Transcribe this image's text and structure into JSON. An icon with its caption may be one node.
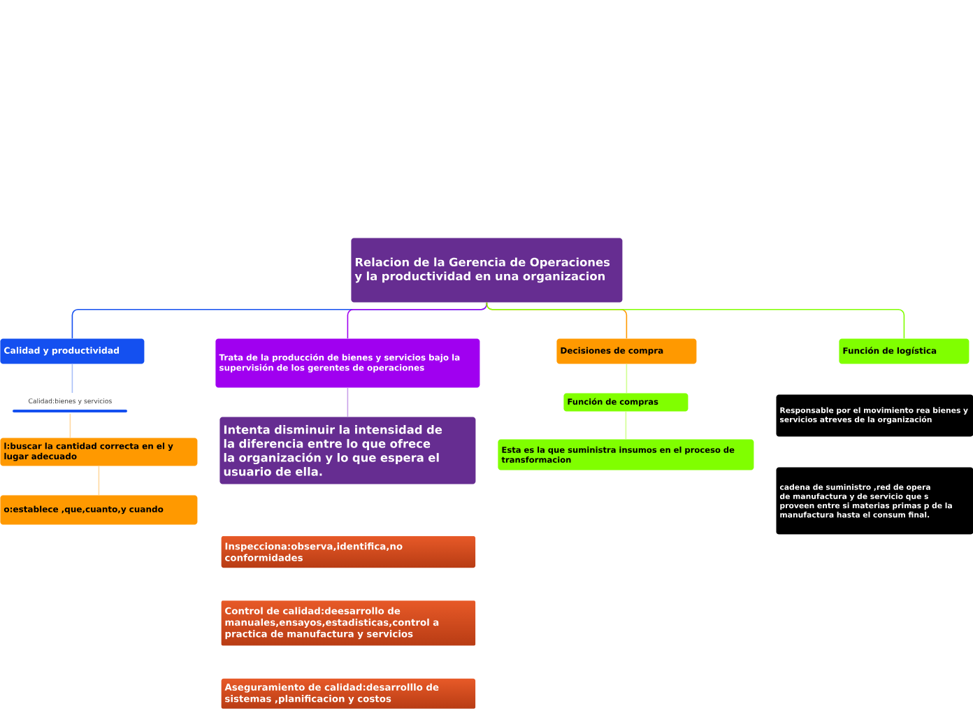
{
  "diagram": {
    "nodes": [
      {
        "text": [
          "Relacion de la Gerencia de Operaciones y la productividad en una organizacion"
        ]
      },
      {
        "text": [
          "Calidad y productividad"
        ]
      },
      {
        "text": [
          "Trata de la producción de bienes y servicios bajo la supervisión de los gerentes de operaciones"
        ]
      },
      {
        "text": [
          "Decisiones de compra"
        ]
      },
      {
        "text": [
          "Función de logística"
        ]
      },
      {
        "text": [
          "Calidad:bienes y servicios"
        ]
      },
      {
        "text": [
          "l:buscar la cantidad correcta en el y lugar adecuado"
        ]
      },
      {
        "text": [
          "o:establece ,que,cuanto,y cuando"
        ]
      },
      {
        "text": [
          "Intenta disminuir la intensidad de la diferencia entre lo que ofrece la organización y lo que espera el usuario de ella."
        ]
      },
      {
        "text": [
          "Inspecciona:observa,identifica,no conformidades"
        ]
      },
      {
        "text": [
          "Control de calidad:deesarrollo de manuales,ensayos,estadisticas,control a practica de manufactura y servicios"
        ]
      },
      {
        "text": [
          "Aseguramiento de calidad:desarrolllo de sistemas ,planificacion y costos"
        ]
      },
      {
        "text": [
          "Función de compras"
        ]
      },
      {
        "text": [
          "Esta es la que suministra insumos en el proceso de transformacion"
        ]
      },
      {
        "text": [
          "Responsable por el movimiento rea bienes y servicios atreves de la organización"
        ]
      },
      {
        "text": [
          "cadena de suministro ,red de opera de manufactura y de servicio que s proveen entre si materias primas p de la manufactura hasta el consum final."
        ]
      }
    ],
    "edges": [
      {
        "from": 0,
        "to": 1,
        "arrow": "none",
        "color": "#1450f0"
      },
      {
        "from": 0,
        "to": 2,
        "arrow": "none",
        "color": "#a000f0"
      },
      {
        "from": 0,
        "to": 3,
        "arrow": "none",
        "color": "#ff9900"
      },
      {
        "from": 0,
        "to": 4,
        "arrow": "none",
        "color": "#80ff00"
      },
      {
        "from": 1,
        "to": 5,
        "arrow": "none",
        "color": "#a8bff8"
      },
      {
        "from": 5,
        "to": 6,
        "arrow": "none",
        "color": "#ffd8a0"
      },
      {
        "from": 6,
        "to": 7,
        "arrow": "none",
        "color": "#ffd8a0"
      },
      {
        "from": 2,
        "to": 8,
        "arrow": "none",
        "color": "#c8a0e8"
      },
      {
        "from": 3,
        "to": 12,
        "arrow": "none",
        "color": "#d0ff90"
      },
      {
        "from": 12,
        "to": 13,
        "arrow": "none",
        "color": "#d0ff90"
      }
    ]
  }
}
